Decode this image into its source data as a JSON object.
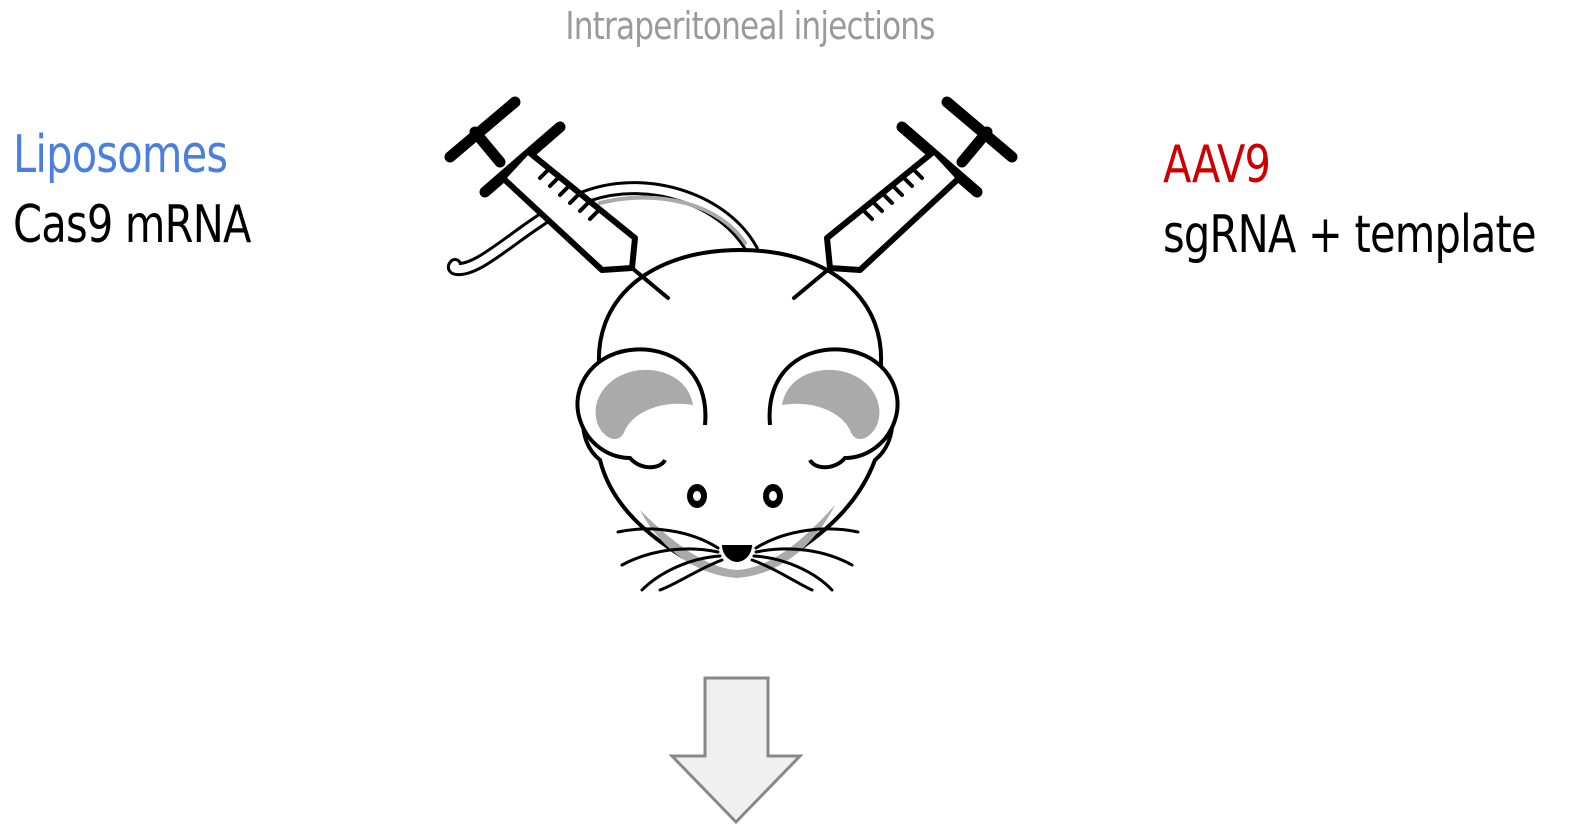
{
  "title": "Intraperitoneal injections",
  "left_agent": {
    "name": "Liposomes",
    "cargo": "Cas9 mRNA"
  },
  "right_agent": {
    "name": "AAV9",
    "cargo": "sgRNA + template"
  },
  "colors": {
    "title": "#9a9a9a",
    "liposomes": "#4a7fe0",
    "aav9": "#cc0000",
    "text": "#000000",
    "mouse_fill": "#ffffff",
    "mouse_shade": "#aaaaaa",
    "arrow_fill": "#f0f0f0",
    "arrow_stroke": "#888888"
  },
  "icons": [
    "syringe-icon",
    "mouse-icon",
    "down-arrow-icon"
  ]
}
